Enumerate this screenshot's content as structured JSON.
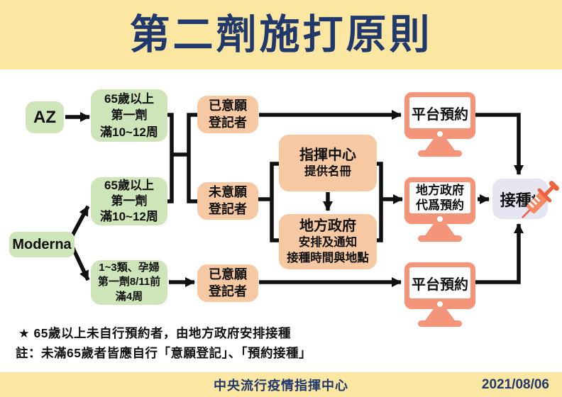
{
  "title": "第二劑施打原則",
  "sources": {
    "az": "AZ",
    "moderna": "Moderna"
  },
  "conditions": {
    "az65": [
      "65歲以上",
      "第一劑",
      "滿10~12周"
    ],
    "moderna65": [
      "65歲以上",
      "第一劑",
      "滿10~12周"
    ],
    "moderna13": [
      "1~3類、孕婦",
      "第一劑8/11前",
      "滿4周"
    ]
  },
  "statuses": {
    "registered_top": [
      "已意願",
      "登記者"
    ],
    "not_registered": [
      "未意願",
      "登記者"
    ],
    "registered_bottom": [
      "已意願",
      "登記者"
    ]
  },
  "processes": {
    "cecc": [
      "指揮中心",
      "提供名冊"
    ],
    "localgov": [
      "地方政府",
      "安排及通知",
      "接種時間與地點"
    ]
  },
  "bookings": {
    "platform_top": "平台預約",
    "localgov_proxy": [
      "地方政府",
      "代爲預約"
    ],
    "platform_bottom": "平台預約"
  },
  "result": "接種*",
  "notes": {
    "star": "★ 65歲以上未自行預約者，由地方政府安排接種",
    "note": "註：未滿65歲者皆應自行「意願登記」、「預約接種」"
  },
  "footer": {
    "org": "中央流行疫情指揮中心",
    "date": "2021/08/06"
  },
  "colors": {
    "band_bg": "#FBE7A2",
    "navy": "#20386B",
    "green_box": "#CEE4B9",
    "peach_box": "#F7C9A3",
    "monitor_salmon": "#F4957A",
    "result_lavender": "#E6E5F2",
    "line_ink": "#111111",
    "syringe_orange": "#EF6240"
  }
}
